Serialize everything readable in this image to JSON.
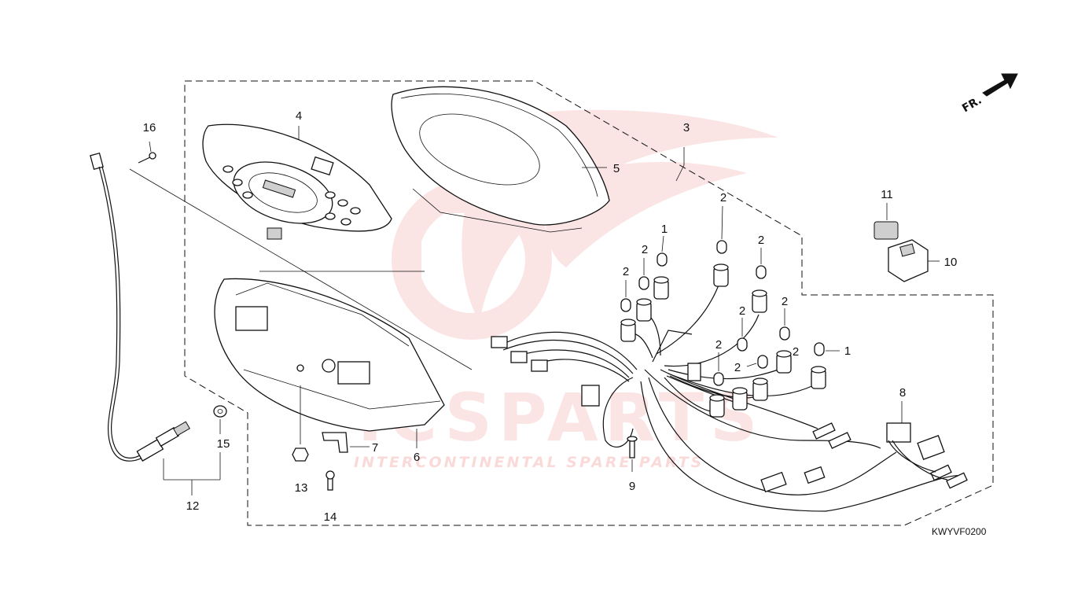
{
  "watermark": {
    "brand": "ICSPARTS",
    "tagline": "INTERCONTINENTAL SPARE PARTS",
    "color": "#e53935"
  },
  "orientation": {
    "label": "FR.",
    "icon": "front-arrow-icon"
  },
  "diagram_code": "KWYVF0200",
  "callouts": {
    "p1a": "1",
    "p1b": "1",
    "p2a": "2",
    "p2b": "2",
    "p2c": "2",
    "p2d": "2",
    "p2e": "2",
    "p2f": "2",
    "p2g": "2",
    "p2h": "2",
    "p2i": "2",
    "p3": "3",
    "p4": "4",
    "p5": "5",
    "p6": "6",
    "p7": "7",
    "p8": "8",
    "p9": "9",
    "p10": "10",
    "p11": "11",
    "p12": "12",
    "p13": "13",
    "p14": "14",
    "p15": "15",
    "p16": "16"
  }
}
